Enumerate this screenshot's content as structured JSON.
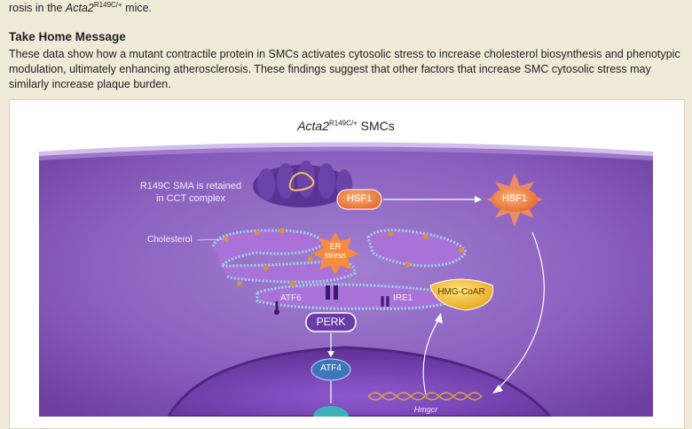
{
  "top_line": {
    "prefix": "rosis in the ",
    "gene": "Acta2",
    "superscript": "R149C/+",
    "suffix": " mice."
  },
  "take_home": {
    "heading": "Take Home Message",
    "text": "These data show how a mutant contractile protein in SMCs activates cytosolic stress to increase cholesterol biosynthesis and phenotypic modulation, ultimately enhancing atherosclerosis. These findings suggest that other factors that increase SMC cytosolic stress may similarly increase plaque burden."
  },
  "figure": {
    "title_gene": "Acta2",
    "title_superscript": "R149C/+",
    "title_suffix": " SMCs",
    "cct_label_line1": "R149C SMA is retained",
    "cct_label_line2": "in CCT complex",
    "hsf1_left": "HSF1",
    "hsf1_right": "HSF1",
    "cholesterol": "Cholesterol",
    "er_stress_line1": "ER",
    "er_stress_line2": "stress",
    "atf6": "ATF6",
    "ire1": "IRE1",
    "perk": "PERK",
    "hmg_coar": "HMG-CoAR",
    "atf4": "ATF4",
    "hmgcr": "Hmgcr"
  },
  "colors": {
    "page_bg": "#f1ead9",
    "cell_purple": "#7d4fb0",
    "hsf1_orange": "#f08a4b",
    "hmg_yellow": "#f2c12e",
    "atf4_blue": "#3b78b8",
    "er_membrane": "#9fd6e8"
  }
}
